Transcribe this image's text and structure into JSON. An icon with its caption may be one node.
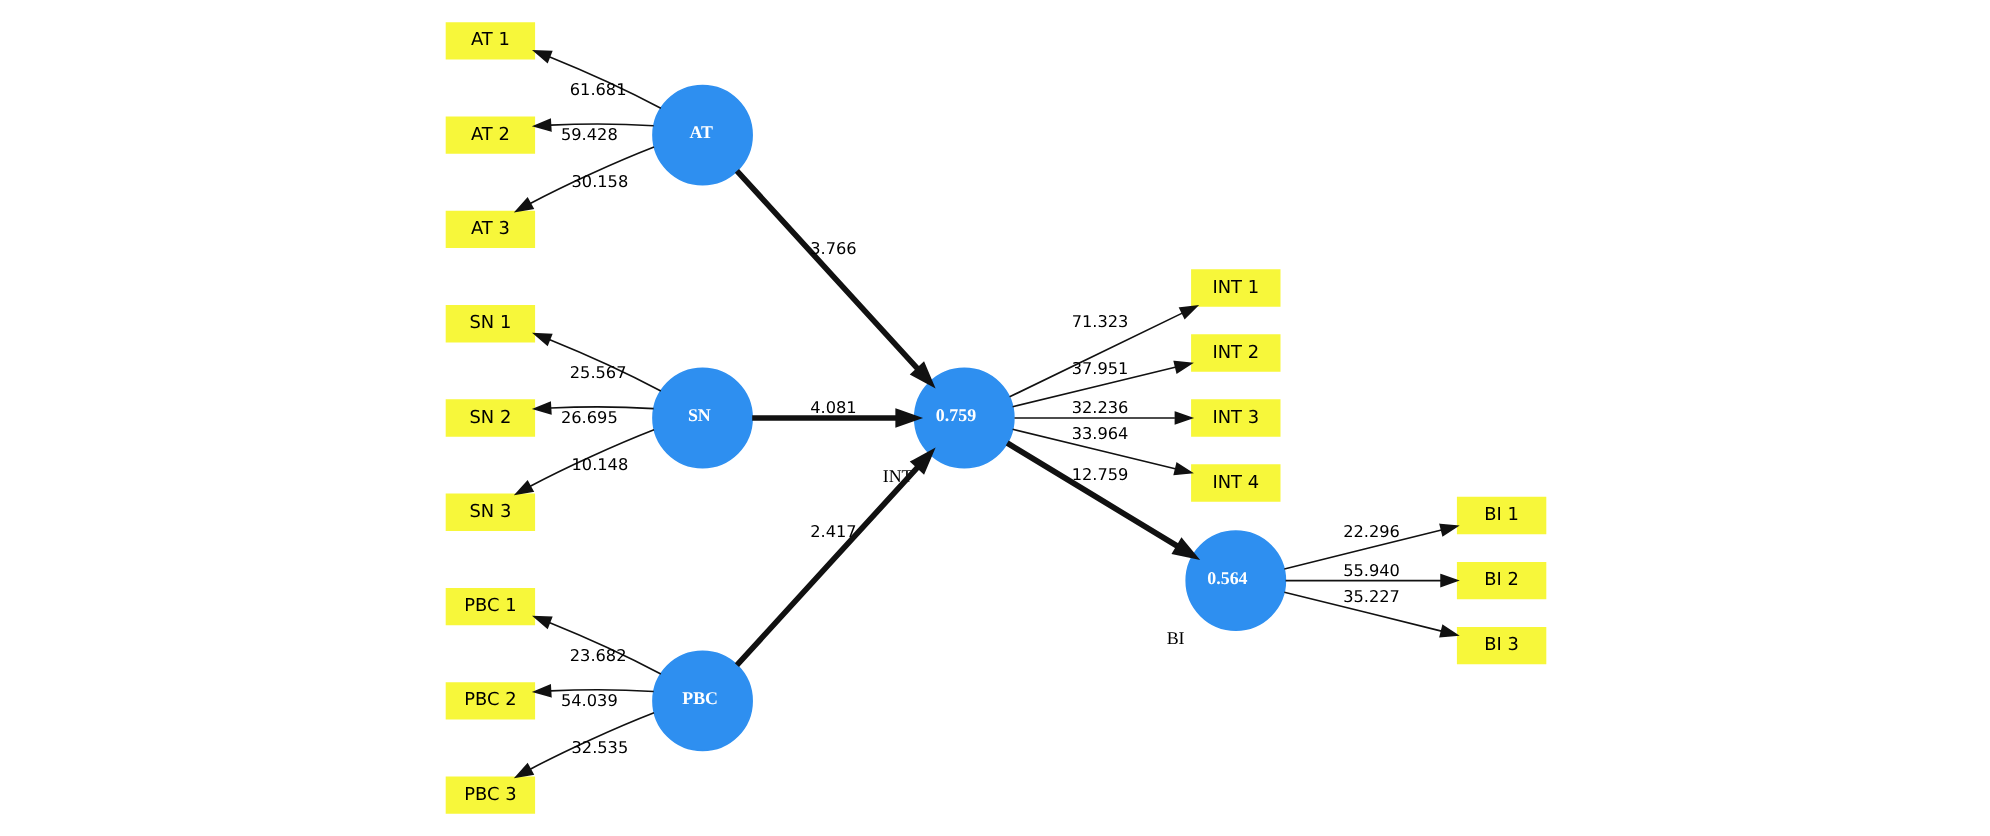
{
  "diagram": {
    "nodes": [
      {
        "text": [
          "AT 1"
        ]
      },
      {
        "text": [
          "AT 2"
        ]
      },
      {
        "text": [
          "AT 3"
        ]
      },
      {
        "text": [
          "SN 1"
        ]
      },
      {
        "text": [
          "SN 2"
        ]
      },
      {
        "text": [
          "SN 3"
        ]
      },
      {
        "text": [
          "PBC 1"
        ]
      },
      {
        "text": [
          "PBC 2"
        ]
      },
      {
        "text": [
          "PBC 3"
        ]
      },
      {
        "text": [
          "AT"
        ]
      },
      {
        "text": [
          "SN"
        ]
      },
      {
        "text": [
          "PBC"
        ]
      },
      {
        "text": [
          "INT 1"
        ]
      },
      {
        "text": [
          "INT 2"
        ]
      },
      {
        "text": [
          "INT 3"
        ]
      },
      {
        "text": [
          "INT 4"
        ]
      },
      {
        "text": [
          "0.759"
        ],
        "beside": [
          "INT"
        ]
      },
      {
        "text": [
          "0.564"
        ],
        "beside": [
          "BI"
        ]
      },
      {
        "text": [
          "BI 1"
        ]
      },
      {
        "text": [
          "BI 2"
        ]
      },
      {
        "text": [
          "BI 3"
        ]
      }
    ],
    "edges": [
      {
        "from": 9,
        "to": 0,
        "arrow": "to",
        "label": "61.681"
      },
      {
        "from": 9,
        "to": 1,
        "arrow": "to",
        "label": "59.428"
      },
      {
        "from": 9,
        "to": 2,
        "arrow": "to",
        "label": "30.158"
      },
      {
        "from": 10,
        "to": 3,
        "arrow": "to",
        "label": "25.567"
      },
      {
        "from": 10,
        "to": 4,
        "arrow": "to",
        "label": "26.695"
      },
      {
        "from": 10,
        "to": 5,
        "arrow": "to",
        "label": "10.148"
      },
      {
        "from": 11,
        "to": 6,
        "arrow": "to",
        "label": "23.682"
      },
      {
        "from": 11,
        "to": 7,
        "arrow": "to",
        "label": "54.039"
      },
      {
        "from": 11,
        "to": 8,
        "arrow": "to",
        "label": "32.535"
      },
      {
        "from": 9,
        "to": 16,
        "arrow": "to",
        "label": "3.766",
        "style": "thick"
      },
      {
        "from": 10,
        "to": 16,
        "arrow": "to",
        "label": "4.081",
        "style": "thick"
      },
      {
        "from": 11,
        "to": 16,
        "arrow": "to",
        "label": "2.417",
        "style": "thick"
      },
      {
        "from": 16,
        "to": 12,
        "arrow": "to",
        "label": "71.323"
      },
      {
        "from": 16,
        "to": 13,
        "arrow": "to",
        "label": "37.951"
      },
      {
        "from": 16,
        "to": 14,
        "arrow": "to",
        "label": "32.236"
      },
      {
        "from": 16,
        "to": 15,
        "arrow": "to",
        "label": "33.964"
      },
      {
        "from": 16,
        "to": 17,
        "arrow": "to",
        "label": "12.759",
        "style": "thick"
      },
      {
        "from": 17,
        "to": 18,
        "arrow": "to",
        "label": "22.296"
      },
      {
        "from": 17,
        "to": 19,
        "arrow": "to",
        "label": "55.940"
      },
      {
        "from": 17,
        "to": 20,
        "arrow": "to",
        "label": "35.227"
      }
    ]
  }
}
